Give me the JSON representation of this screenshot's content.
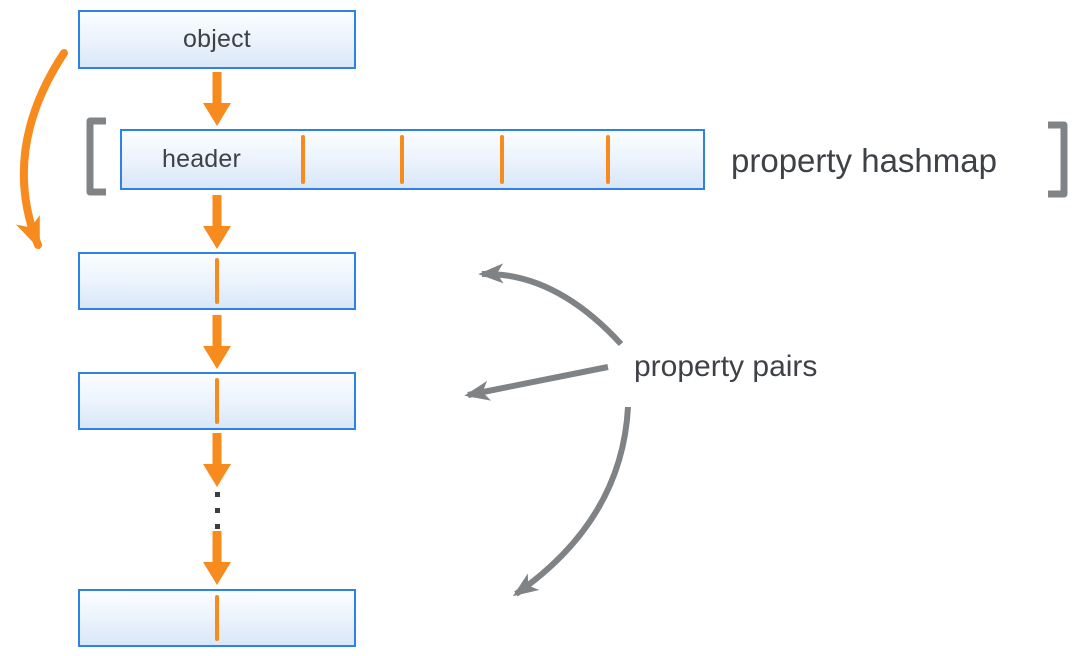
{
  "diagram": {
    "object_box": {
      "label": "object"
    },
    "hashmap": {
      "header_label": "header",
      "label": "property hashmap",
      "cell_count": 5,
      "divider_count": 4
    },
    "pairs": {
      "label": "property pairs",
      "visible_pair_count": 3,
      "ellipsis_dot_count": 3
    },
    "colors": {
      "accent_orange": "#F78B1E",
      "box_border_blue": "#2F82E5",
      "box_fill_top": "#FCFEFF",
      "box_fill_bottom": "#D9E7F8",
      "bracket_gray": "#808487",
      "arrow_gray": "#7F8386",
      "text_dark": "#3E4145"
    }
  }
}
